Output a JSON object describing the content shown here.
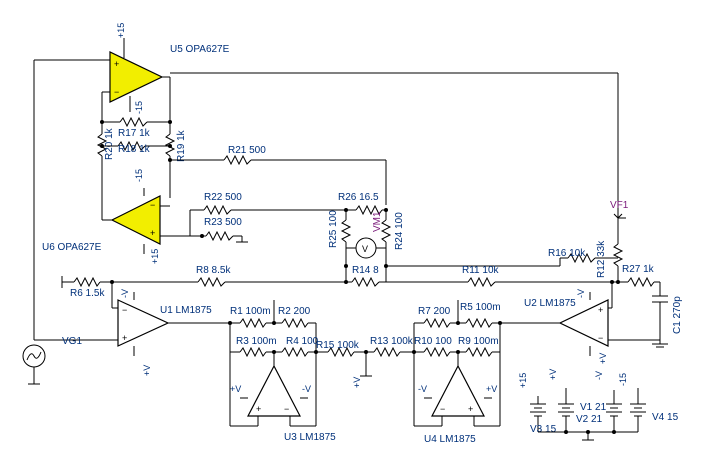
{
  "components": {
    "u5": "U5 OPA627E",
    "u6": "U6 OPA627E",
    "u1": "U1 LM1875",
    "u2": "U2 LM1875",
    "u3": "U3 LM1875",
    "u4": "U4 LM1875",
    "r1": "R1 100m",
    "r2": "R2 200",
    "r3": "R3 100m",
    "r4": "R4 100",
    "r5": "R5 100m",
    "r6": "R6 1.5k",
    "r7": "R7 200",
    "r8": "R8 8.5k",
    "r9": "R9 100m",
    "r10": "R10 100",
    "r11": "R11 10k",
    "r12": "R12 33k",
    "r13": "R13 100k",
    "r14": "R14 8",
    "r15": "R15 100k",
    "r16": "R16 10k",
    "r17": "R17 1k",
    "r18": "R18 1k",
    "r19": "R19 1k",
    "r20": "R20 1k",
    "r21": "R21 500",
    "r22": "R22 500",
    "r23": "R23 500",
    "r24": "R24 100",
    "r25": "R25 100",
    "r26": "R26 16.5",
    "r27": "R27 1k",
    "c1": "C1 270p",
    "v1": "V1 21",
    "v2": "V2 21",
    "v3": "V3 15",
    "v4": "V4 15",
    "vg1": "VG1",
    "vf1": "VF1",
    "vm1": "VM1",
    "meter_symbol": "V"
  },
  "pins": {
    "plus15": "+15",
    "minus15": "-15",
    "plus_v": "+V",
    "minus_v": "-V",
    "plus": "+",
    "minus": "−"
  }
}
